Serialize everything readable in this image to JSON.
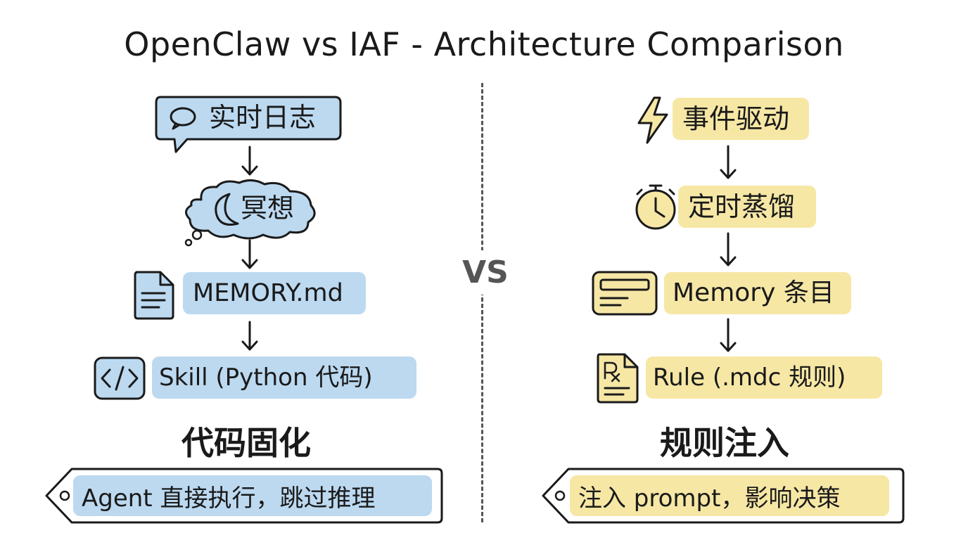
{
  "title": "OpenClaw vs IAF - Architecture Comparison",
  "vs_label": "VS",
  "left": {
    "steps": [
      {
        "label": "实时日志",
        "icon": "speech-bubble-icon"
      },
      {
        "label": "冥想",
        "icon": "moon-thought-cloud-icon"
      },
      {
        "label": "MEMORY.md",
        "icon": "document-icon"
      },
      {
        "label": "Skill (Python 代码)",
        "icon": "code-brackets-icon"
      }
    ],
    "section_title": "代码固化",
    "tag_text": "Agent 直接执行，跳过推理",
    "accent": "#bcd9f0"
  },
  "right": {
    "steps": [
      {
        "label": "事件驱动",
        "icon": "lightning-icon"
      },
      {
        "label": "定时蒸馏",
        "icon": "stopwatch-icon"
      },
      {
        "label": "Memory 条目",
        "icon": "memory-card-icon"
      },
      {
        "label": "Rule (.mdc 规则)",
        "icon": "rule-document-icon"
      }
    ],
    "section_title": "规则注入",
    "tag_text": "注入 prompt，影响决策",
    "accent": "#f6e7a5"
  }
}
